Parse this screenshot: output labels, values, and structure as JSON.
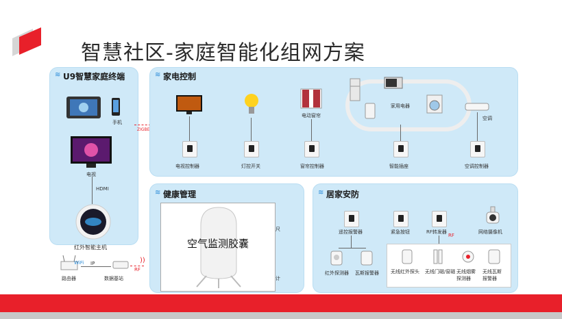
{
  "title": "智慧社区-家庭智能化组网方案",
  "panels": {
    "terminal": {
      "title": "U9智慧家庭终端"
    },
    "appliance": {
      "title": "家电控制"
    },
    "health": {
      "title": "健康管理"
    },
    "security": {
      "title": "居家安防"
    }
  },
  "terminal_labels": {
    "phone": "手机",
    "tv": "电视",
    "hdmi": "HDMI",
    "host": "红外智能主机",
    "zigbee": "ZIGBEE",
    "wifi": "WiFi",
    "ip": "IP",
    "rf": "RF",
    "router": "路由器",
    "relay": "数据基站"
  },
  "appliance_labels": {
    "curtain": "电动窗帘",
    "hub": "家用电器",
    "ac": "空调",
    "tv_ctrl": "电视控制器",
    "light_switch": "灯控开关",
    "curtain_ctrl": "窗帘控制器",
    "socket": "智能插座",
    "ac_ctrl": "空调控制器"
  },
  "health_labels": {
    "popup": "空气监测胶囊",
    "side_a": "尺",
    "side_b": "计"
  },
  "security_labels": {
    "remote_alarm": "遥控报警器",
    "emergency": "紧急按钮",
    "rf_converter": "RF转发器",
    "rf": "RF",
    "camera": "网络摄像机",
    "ir_detector": "红外探测器",
    "gas_alarm": "瓦斯报警器",
    "wireless_ir": "无线红外探头",
    "wireless_door": "无线门磁/窗磁",
    "smoke": "无线烟雾探测器",
    "gas": "无线瓦斯报警器"
  },
  "colors": {
    "accent_red": "#e8202a",
    "panel_blue": "#cfe9f8"
  }
}
